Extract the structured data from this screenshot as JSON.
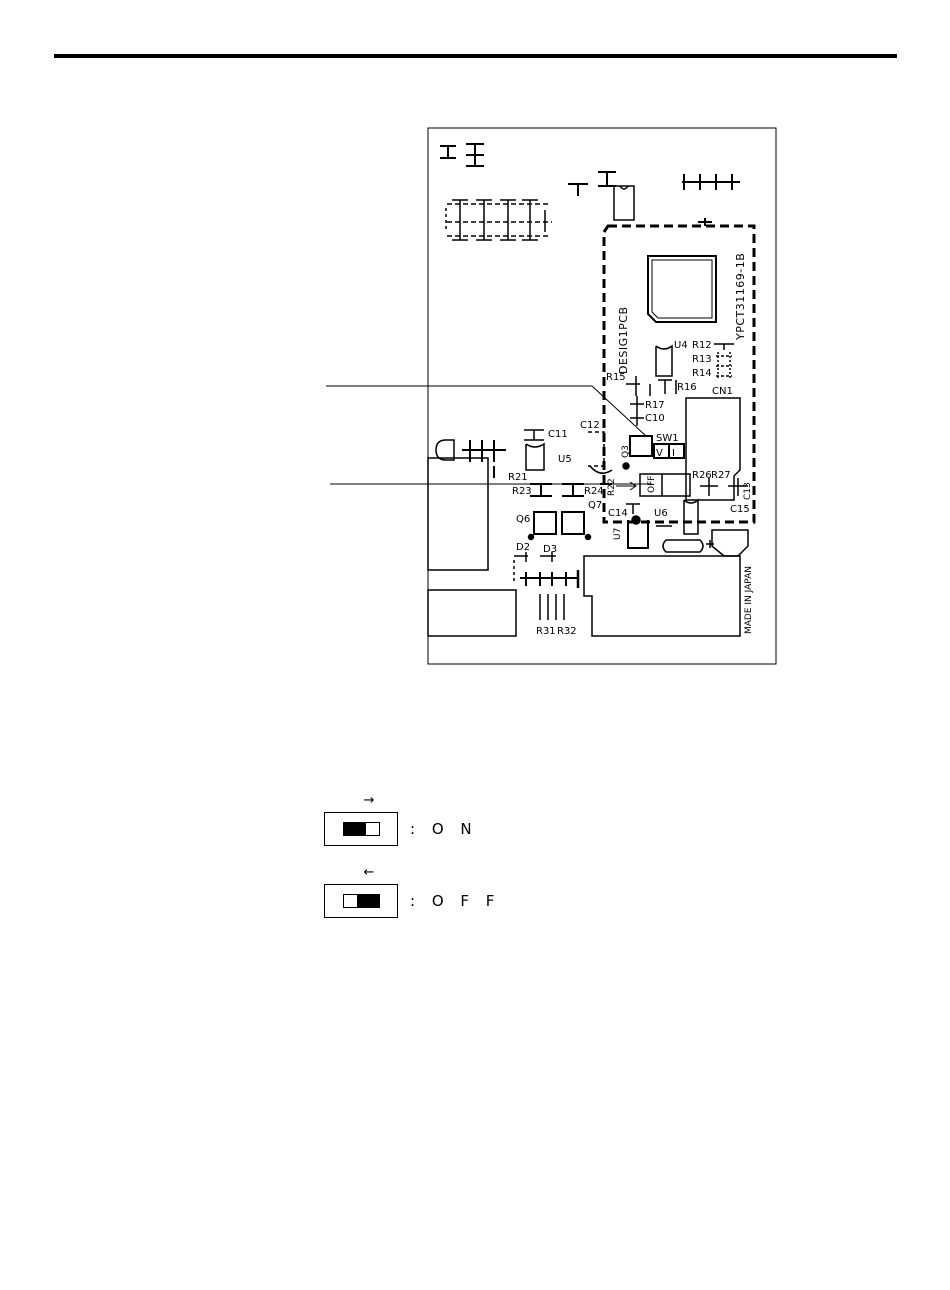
{
  "board": {
    "part_number": "YPCT31169-1B",
    "pcb_name": "DESIG1PCB",
    "made_in": "MADE IN JAPAN",
    "switch_off_mark": "OFF",
    "sw1_positions": [
      "V",
      "I"
    ]
  },
  "components": {
    "U4": "U4",
    "R12": "R12",
    "R13": "R13",
    "R14": "R14",
    "R15": "R15",
    "R16": "R16",
    "CN1": "CN1",
    "R17": "R17",
    "C10": "C10",
    "C11": "C11",
    "C12": "C12",
    "SW1": "SW1",
    "U5": "U5",
    "Q3": "Q3",
    "R21": "R21",
    "R23": "R23",
    "R24": "R24",
    "R22": "R22",
    "R26": "R26",
    "R27": "R27",
    "C13": "C13",
    "Q7": "Q7",
    "C14": "C14",
    "U6": "U6",
    "C15": "C15",
    "Q6": "Q6",
    "U7": "U7",
    "D2": "D2",
    "D3": "D3",
    "R31": "R31",
    "R32": "R32"
  },
  "legend": {
    "on": {
      "arrow": "→",
      "label": ": O N"
    },
    "off": {
      "arrow": "←",
      "label": ": O F F"
    }
  }
}
